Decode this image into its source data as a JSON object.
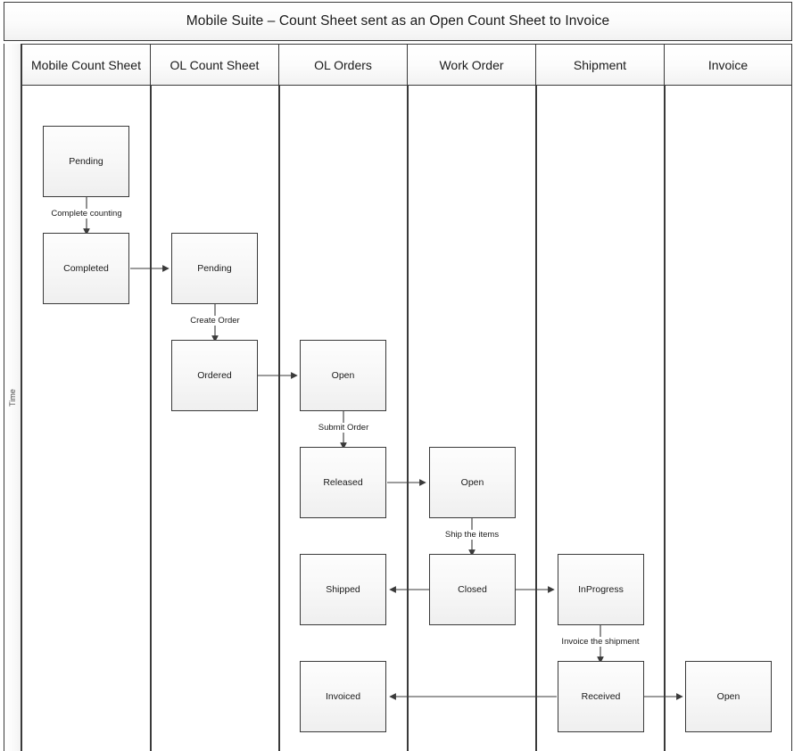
{
  "diagram": {
    "title": "Mobile Suite – Count Sheet sent as an Open Count Sheet to Invoice",
    "axis_label": "Time",
    "type": "swimlane-state-flow",
    "lanes": [
      {
        "id": "mobile-count-sheet",
        "label": "Mobile Count Sheet"
      },
      {
        "id": "ol-count-sheet",
        "label": "OL Count Sheet"
      },
      {
        "id": "ol-orders",
        "label": "OL Orders"
      },
      {
        "id": "work-order",
        "label": "Work Order"
      },
      {
        "id": "shipment",
        "label": "Shipment"
      },
      {
        "id": "invoice",
        "label": "Invoice"
      }
    ],
    "nodes": [
      {
        "id": "n1",
        "lane": "mobile-count-sheet",
        "label": "Pending"
      },
      {
        "id": "n2",
        "lane": "mobile-count-sheet",
        "label": "Completed"
      },
      {
        "id": "n3",
        "lane": "ol-count-sheet",
        "label": "Pending"
      },
      {
        "id": "n4",
        "lane": "ol-count-sheet",
        "label": "Ordered"
      },
      {
        "id": "n5",
        "lane": "ol-orders",
        "label": "Open"
      },
      {
        "id": "n6",
        "lane": "ol-orders",
        "label": "Released"
      },
      {
        "id": "n7",
        "lane": "ol-orders",
        "label": "Shipped"
      },
      {
        "id": "n8",
        "lane": "ol-orders",
        "label": "Invoiced"
      },
      {
        "id": "n9",
        "lane": "work-order",
        "label": "Open"
      },
      {
        "id": "n10",
        "lane": "work-order",
        "label": "Closed"
      },
      {
        "id": "n11",
        "lane": "shipment",
        "label": "InProgress"
      },
      {
        "id": "n12",
        "lane": "shipment",
        "label": "Received"
      },
      {
        "id": "n13",
        "lane": "invoice",
        "label": "Open"
      }
    ],
    "edge_labels": [
      {
        "id": "e1",
        "label": "Complete counting"
      },
      {
        "id": "e2",
        "label": "Create Order"
      },
      {
        "id": "e3",
        "label": "Submit Order"
      },
      {
        "id": "e4",
        "label": "Ship the items"
      },
      {
        "id": "e5",
        "label": "Invoice the shipment"
      }
    ],
    "colors": {
      "border": "#3a3a3a",
      "node_fill_top": "#fdfdfd",
      "node_fill_bottom": "#efefef",
      "header_fill": "#f2f2f2",
      "text": "#1a1a1a",
      "canvas": "#ffffff"
    }
  }
}
